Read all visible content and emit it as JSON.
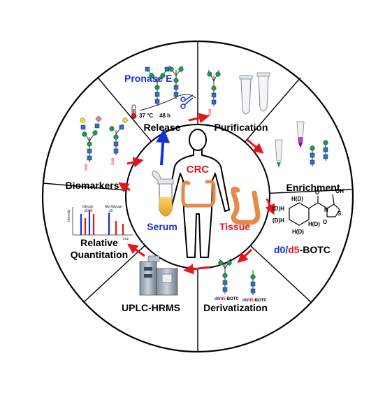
{
  "center": {
    "crc": "CRC",
    "serum": "Serum",
    "tissue": "Tissue"
  },
  "sectors": {
    "release": "Release",
    "pronase": "Pronase E",
    "temp": "37 °C",
    "time": "48 h",
    "purification": "Purification",
    "enrichment": "Enrichment",
    "botc_d0": "d0/",
    "botc_d5": "d5",
    "botc_tail": "-BOTC",
    "derivatization": "Derivatization",
    "uplc": "UPLC-HRMS",
    "relative": "Relative",
    "quantitation": "Quantitation",
    "biomarkers": "Biomarkers"
  },
  "glycan_labels": {
    "asn": "Asn",
    "d0_part": "d0",
    "d5_part": "d5",
    "botc_suffix": "-BOTC",
    "slash": "/"
  },
  "molecule": {
    "oh": "OH",
    "o1": "O",
    "o2": "O",
    "n": "N",
    "s": "S",
    "hd_top": "H(D)",
    "hd_left1": "(D)H",
    "hd_left2": "(D)H",
    "hd_right": "H(D)",
    "hd_bottom": "H(D)"
  },
  "spectrum": {
    "ylabel": "Intensity",
    "xlabel": "m/z",
    "glycan": "Glycan",
    "glycan_sub_d0": "d0",
    "glycan_sub_d5": "/d5",
    "not_glycan": "Not Glycan",
    "not_glycan_sub": "d0"
  },
  "colors": {
    "arrow": "#e8141b",
    "blue_arrow": "#1431d2",
    "glc_green": "#12a14a",
    "glc_blue": "#2e6fd0",
    "glc_yellow": "#f2e21a",
    "glc_pink": "#e27fc6",
    "red_text": "#e8141b",
    "blue_text": "#1a2fd6"
  }
}
